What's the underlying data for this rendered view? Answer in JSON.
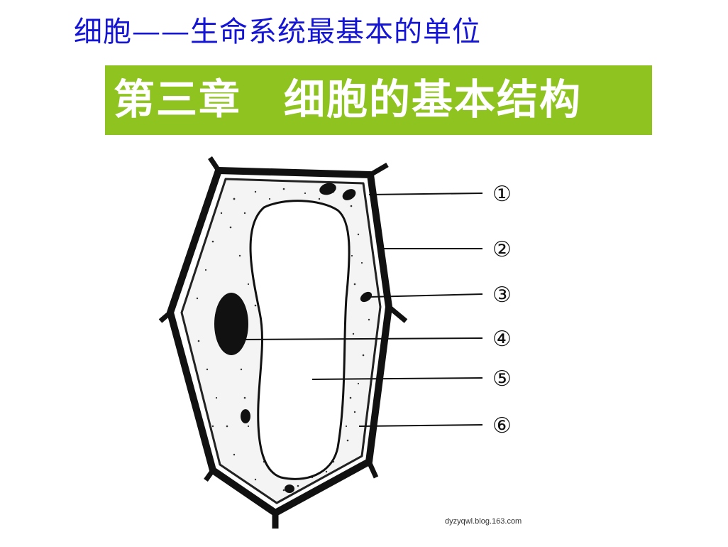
{
  "title": {
    "text": "细胞——生命系统最基本的单位",
    "color": "#1515d6"
  },
  "chapter": {
    "text": "第三章　细胞的基本结构",
    "background": "#8fc31f",
    "color": "#ffffff"
  },
  "diagram": {
    "labels": [
      {
        "id": "1",
        "text": "①"
      },
      {
        "id": "2",
        "text": "②"
      },
      {
        "id": "3",
        "text": "③"
      },
      {
        "id": "4",
        "text": "④"
      },
      {
        "id": "5",
        "text": "⑤"
      },
      {
        "id": "6",
        "text": "⑥"
      }
    ]
  },
  "watermark": {
    "text": "dyzyqwl.blog.163.com"
  }
}
